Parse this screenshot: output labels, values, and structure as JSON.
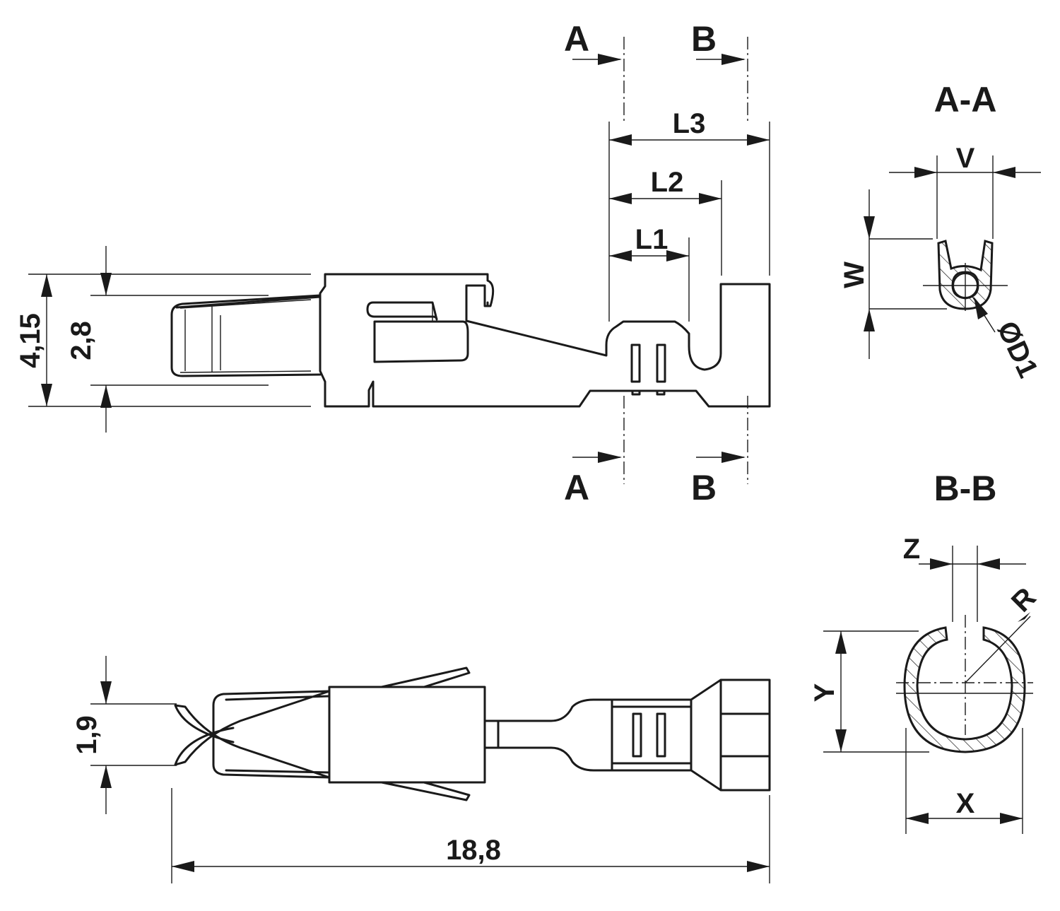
{
  "section_markers": {
    "a_top": "A",
    "b_top": "B",
    "a_bottom": "A",
    "b_bottom": "B"
  },
  "section_titles": {
    "a_a": "A-A",
    "b_b": "B-B"
  },
  "dimensions": {
    "l1": "L1",
    "l2": "L2",
    "l3": "L3",
    "height_outer": "4,15",
    "height_inner": "2,8",
    "width_side": "1,9",
    "total_length": "18,8",
    "v": "V",
    "w": "W",
    "d1": "ØD1",
    "z": "Z",
    "r": "R",
    "y": "Y",
    "x": "X"
  }
}
